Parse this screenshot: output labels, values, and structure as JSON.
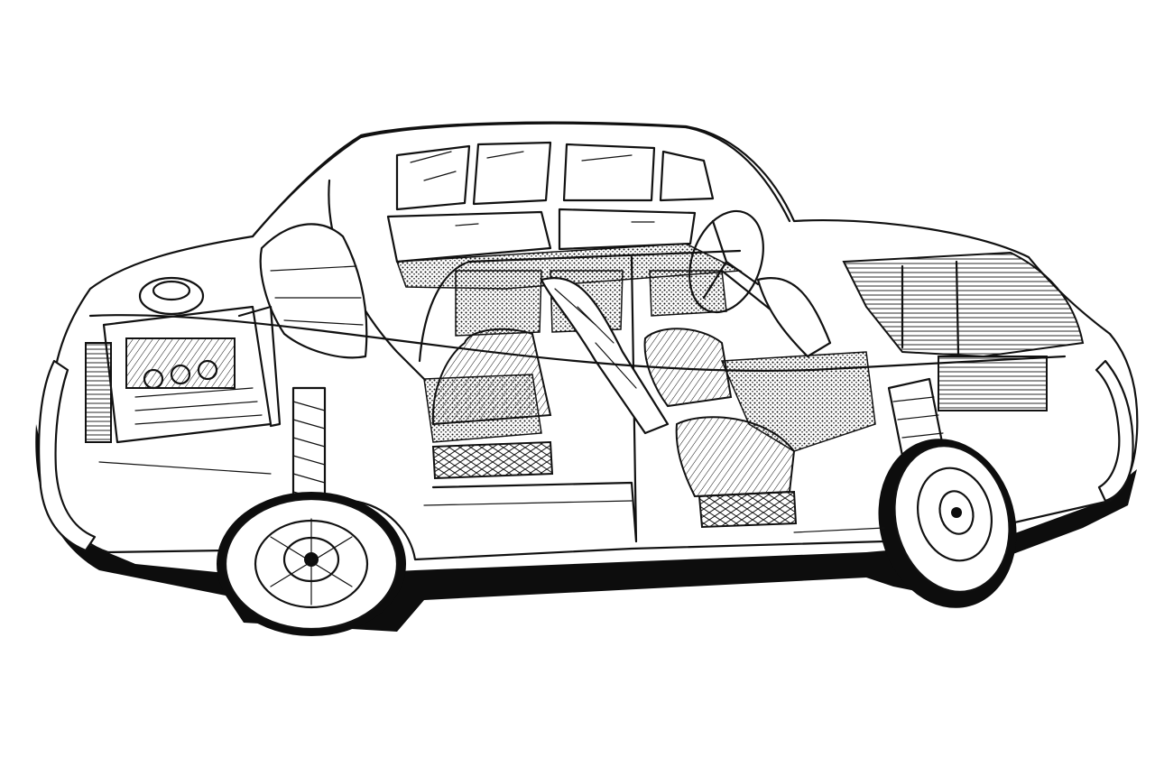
{
  "figure": {
    "subject": "cutaway-car",
    "style": "black-and-white line drawing",
    "colors": {
      "ink": "#111111",
      "background": "#ffffff",
      "shadow": "#0d0d0d"
    },
    "components": [
      "car-body",
      "roof",
      "rear-window",
      "side-window-front",
      "side-window-rear",
      "engine",
      "air-filter",
      "radiator",
      "front-bumper",
      "rear-bumper",
      "front-wheel",
      "rear-wheel",
      "front-suspension",
      "rear-suspension",
      "front-seat",
      "rear-seat",
      "steering-wheel",
      "floor-carpet",
      "door-panel",
      "luggage-compartment",
      "fuel-tank",
      "ground-shadow"
    ]
  }
}
